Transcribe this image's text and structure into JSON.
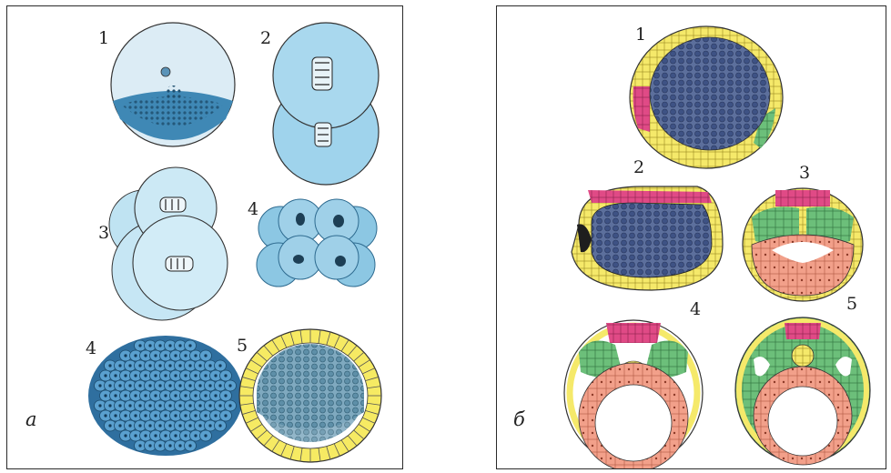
{
  "panel_a": {
    "letter": "а",
    "stage_labels": [
      "1",
      "2",
      "3",
      "4",
      "4",
      "5"
    ]
  },
  "panel_b": {
    "letter": "б",
    "stage_labels": [
      "1",
      "2",
      "3",
      "4",
      "5"
    ]
  },
  "colors": {
    "light_blue": "#cfe8f3",
    "blue": "#8fc9e6",
    "dark_blue": "#3a7fb0",
    "yolk_navy": "#4a5f8f",
    "ectoderm_yellow": "#f5e96a",
    "mesoderm_green": "#6cbf7a",
    "endoderm_salmon": "#f2a08a",
    "neural_pink": "#e04a86"
  }
}
